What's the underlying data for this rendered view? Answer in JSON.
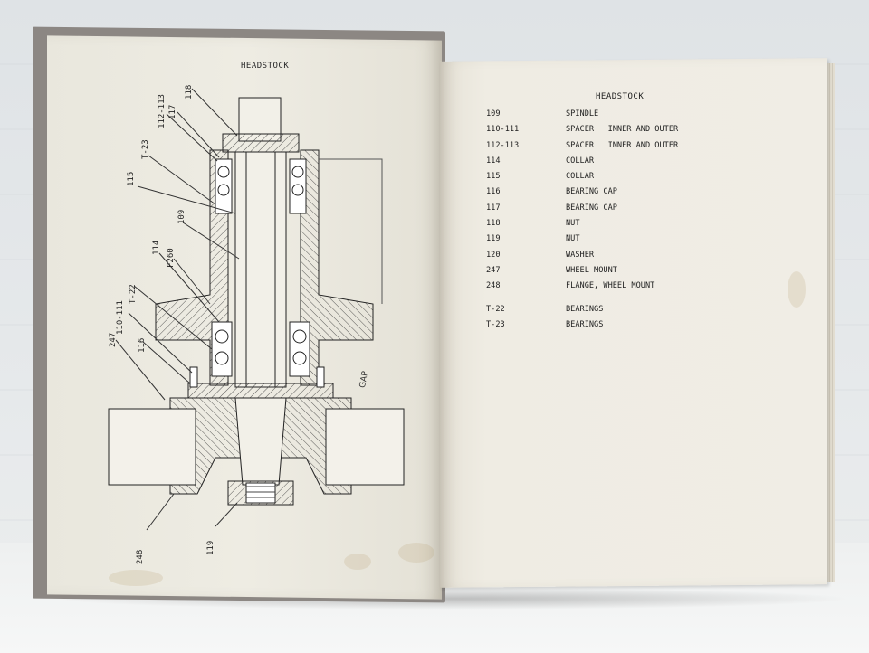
{
  "left_page": {
    "title": "HEADSTOCK",
    "callouts": [
      {
        "id": "118",
        "label": "118"
      },
      {
        "id": "112-113",
        "label": "112-113"
      },
      {
        "id": "117",
        "label": "117"
      },
      {
        "id": "T-23",
        "label": "T-23"
      },
      {
        "id": "115",
        "label": "115"
      },
      {
        "id": "109",
        "label": "109"
      },
      {
        "id": "114",
        "label": "114"
      },
      {
        "id": "F260",
        "label": "F260"
      },
      {
        "id": "T-22",
        "label": "T-22"
      },
      {
        "id": "110-111",
        "label": "110-111"
      },
      {
        "id": "247",
        "label": "247"
      },
      {
        "id": "116",
        "label": "116"
      },
      {
        "id": "248",
        "label": "248"
      },
      {
        "id": "119",
        "label": "119"
      }
    ],
    "handwritten_note": "GAP"
  },
  "right_page": {
    "title": "HEADSTOCK",
    "parts": [
      {
        "number": "109",
        "description": "SPINDLE"
      },
      {
        "number": "110-111",
        "description": "SPACER   INNER AND OUTER"
      },
      {
        "number": "112-113",
        "description": "SPACER   INNER AND OUTER"
      },
      {
        "number": "114",
        "description": "COLLAR"
      },
      {
        "number": "115",
        "description": "COLLAR"
      },
      {
        "number": "116",
        "description": "BEARING CAP"
      },
      {
        "number": "117",
        "description": "BEARING CAP"
      },
      {
        "number": "118",
        "description": "NUT"
      },
      {
        "number": "119",
        "description": "NUT"
      },
      {
        "number": "120",
        "description": "WASHER"
      },
      {
        "number": "247",
        "description": "WHEEL MOUNT"
      },
      {
        "number": "248",
        "description": "FLANGE, WHEEL MOUNT"
      },
      {
        "number": "T-22",
        "description": "BEARINGS"
      },
      {
        "number": "T-23",
        "description": "BEARINGS"
      }
    ]
  }
}
